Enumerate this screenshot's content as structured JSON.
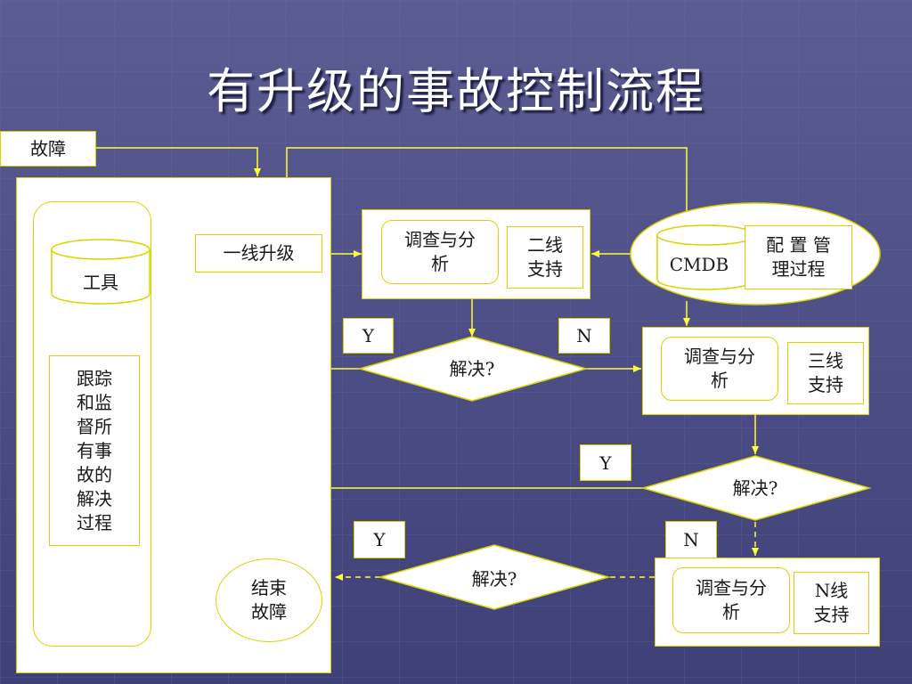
{
  "title": "有升级的事故控制流程",
  "nodes": {
    "fault": "故障",
    "tools": "工具",
    "track": [
      "跟踪",
      "和监",
      "督所",
      "有事",
      "故的",
      "解决",
      "过程"
    ],
    "first_line": "一线升级",
    "investigate": [
      "调查与分",
      "析"
    ],
    "second_line": [
      "二线",
      "支持"
    ],
    "cmdb": "CMDB",
    "config_mgmt": [
      "配 置 管",
      "理过程"
    ],
    "third_line": [
      "三线",
      "支持"
    ],
    "n_line": [
      "N线",
      "支持"
    ],
    "resolved": "解决?",
    "end_fault": [
      "结束",
      "故障"
    ],
    "yes": "Y",
    "no": "N"
  },
  "colors": {
    "line": "#ffff33",
    "border": "#d9d400",
    "background": "#4f5088"
  }
}
